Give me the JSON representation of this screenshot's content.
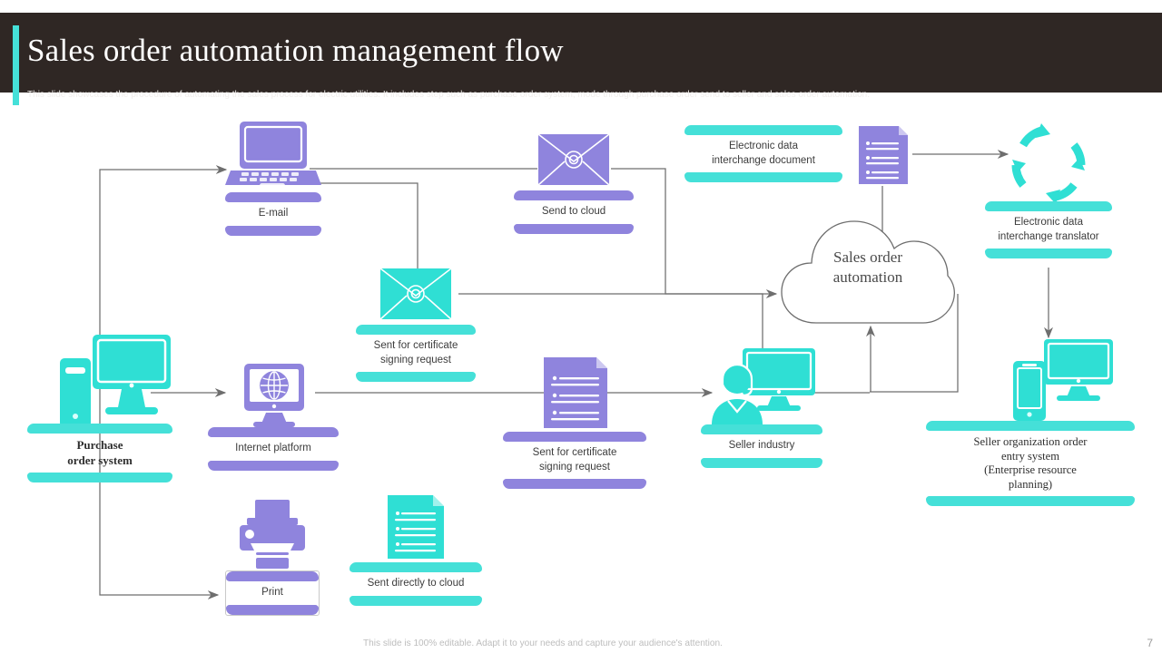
{
  "header": {
    "title": "Sales order automation management flow",
    "subtitle": "This slide showcases the procedure of automating the sales process for electric utilities. It includes step such as purchase order system, mode through purchase order send to seller and sales order automation."
  },
  "colors": {
    "header_bg": "#2f2724",
    "accent_teal": "#45e0d8",
    "accent_purple": "#8f84dd",
    "wire": "#6e6e6e",
    "text_dark": "#3c3c3c"
  },
  "nodes": {
    "purchase_order_system": {
      "label": "Purchase\norder system",
      "line1": "Purchase",
      "line2": "order system",
      "icon": "desktop-computer-icon",
      "color": "#45e0d8"
    },
    "email": {
      "label": "E-mail",
      "icon": "laptop-icon",
      "color": "#8f84dd"
    },
    "send_to_cloud": {
      "label": "Send to cloud",
      "icon": "envelope-icon",
      "color": "#8f84dd"
    },
    "edi_document": {
      "line1": "Electronic data",
      "line2": "interchange  document",
      "icon": "document-icon",
      "color": "#8f84dd"
    },
    "edi_translator": {
      "line1": "Electronic data",
      "line2": "interchange  translator",
      "icon": "sync-arrows-icon",
      "color": "#45e0d8"
    },
    "sales_order_automation": {
      "line1": "Sales order",
      "line2": "automation",
      "icon": "cloud-icon"
    },
    "sent_for_certificate_signing_request_top": {
      "line1": "Sent for certificate",
      "line2": "signing request",
      "icon": "envelope-icon",
      "color": "#45e0d8"
    },
    "internet_platform": {
      "label": "Internet   platform",
      "icon": "monitor-globe-icon",
      "color": "#8f84dd"
    },
    "sent_for_certificate_signing_request_mid": {
      "line1": "Sent for certificate",
      "line2": "signing request",
      "icon": "document-icon",
      "color": "#8f84dd"
    },
    "seller_industry": {
      "label": "Seller industry",
      "icon": "support-agent-icon",
      "color": "#45e0d8"
    },
    "seller_organization": {
      "line1": "Seller organization order",
      "line2": "entry system",
      "line3": "(Enterprise resource",
      "line4": "planning)",
      "icon": "desktop-mobile-icon",
      "color": "#45e0d8"
    },
    "print": {
      "label": "Print",
      "icon": "printer-icon",
      "color": "#8f84dd"
    },
    "sent_directly_to_cloud": {
      "label": "Sent directly to cloud",
      "icon": "document-icon",
      "color": "#45e0d8"
    }
  },
  "footer": {
    "note": "This slide is 100% editable. Adapt it to your needs and capture your audience's attention.",
    "page": "7"
  }
}
